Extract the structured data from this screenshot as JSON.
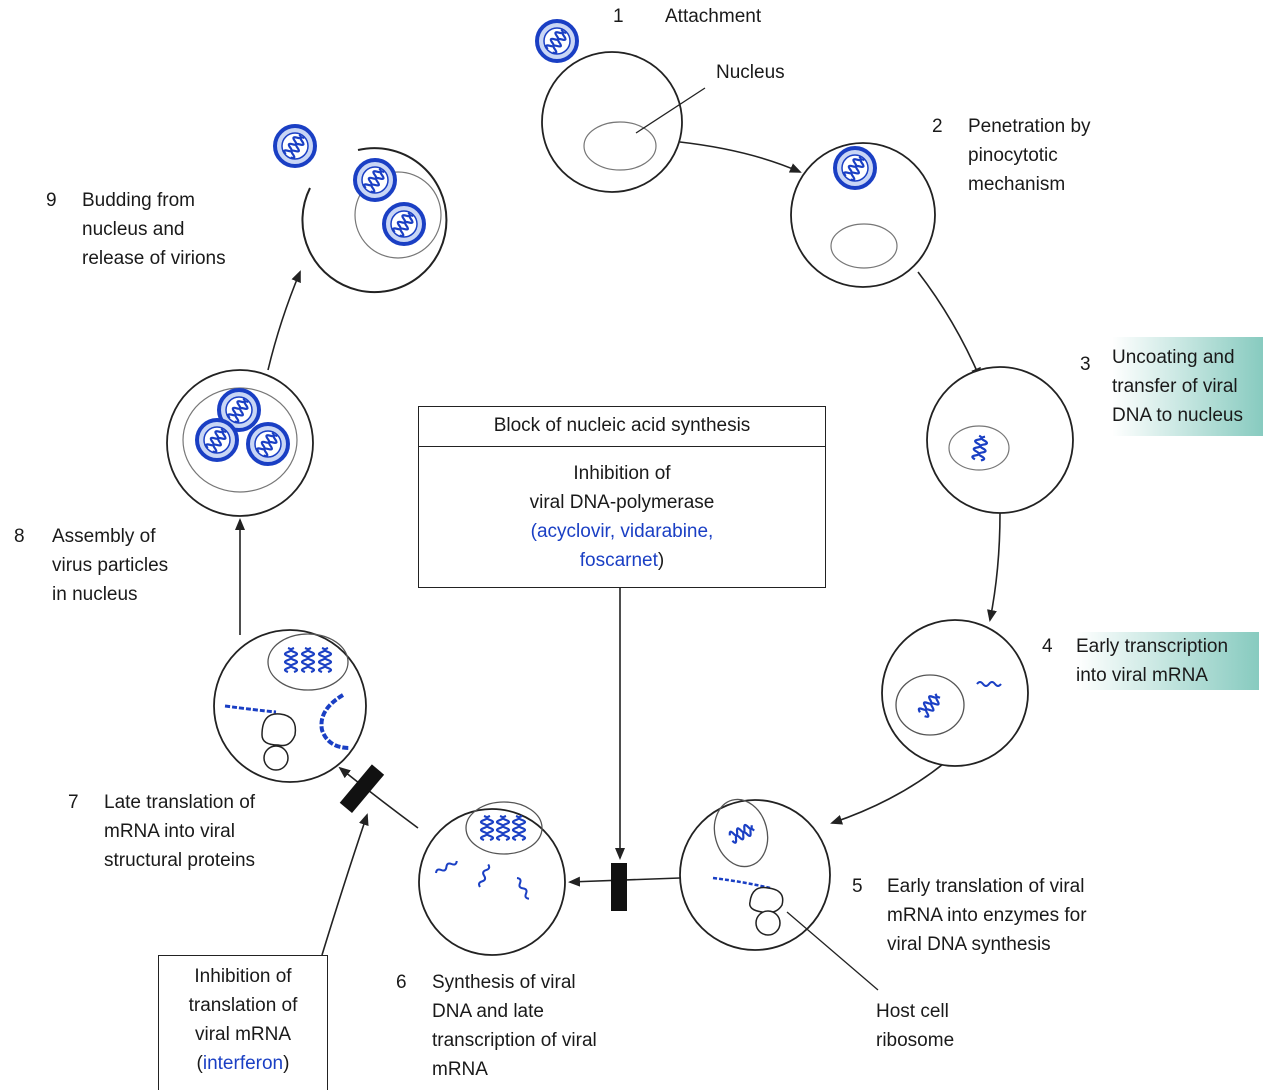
{
  "steps": [
    {
      "num": "1",
      "lines": [
        "Attachment"
      ]
    },
    {
      "num": "2",
      "lines": [
        "Penetration by",
        "pinocytotic",
        "mechanism"
      ]
    },
    {
      "num": "3",
      "lines": [
        "Uncoating and",
        "transfer of viral",
        "DNA to nucleus"
      ]
    },
    {
      "num": "4",
      "lines": [
        "Early transcription",
        "into viral mRNA"
      ]
    },
    {
      "num": "5",
      "lines": [
        "Early translation of viral",
        "mRNA into enzymes for",
        "viral DNA synthesis"
      ]
    },
    {
      "num": "6",
      "lines": [
        "Synthesis of viral",
        "DNA and late",
        "transcription of viral",
        "mRNA"
      ]
    },
    {
      "num": "7",
      "lines": [
        "Late translation of",
        "mRNA into viral",
        "structural proteins"
      ]
    },
    {
      "num": "8",
      "lines": [
        "Assembly of",
        "virus particles",
        "in nucleus"
      ]
    },
    {
      "num": "9",
      "lines": [
        "Budding from",
        "nucleus and",
        "release of virions"
      ]
    }
  ],
  "callouts": {
    "nucleus": "Nucleus",
    "ribosome": [
      "Host cell",
      "ribosome"
    ]
  },
  "center_box": {
    "title": "Block of nucleic acid synthesis",
    "line1": "Inhibition of",
    "line2": "viral DNA-polymerase",
    "drugs_line1": "(acyclovir, vidarabine,",
    "drugs_line2a": "foscarnet",
    "drugs_line2b": ")"
  },
  "left_box": {
    "line1": "Inhibition of",
    "line2": "translation of",
    "line3": "viral mRNA",
    "drug_open": "(",
    "drug": "interferon",
    "drug_close": ")"
  },
  "colors": {
    "virus": "#1a3fc4",
    "virus_fill": "#c9d6f5",
    "outline": "#222222",
    "highlight": "#5fb9aa"
  }
}
